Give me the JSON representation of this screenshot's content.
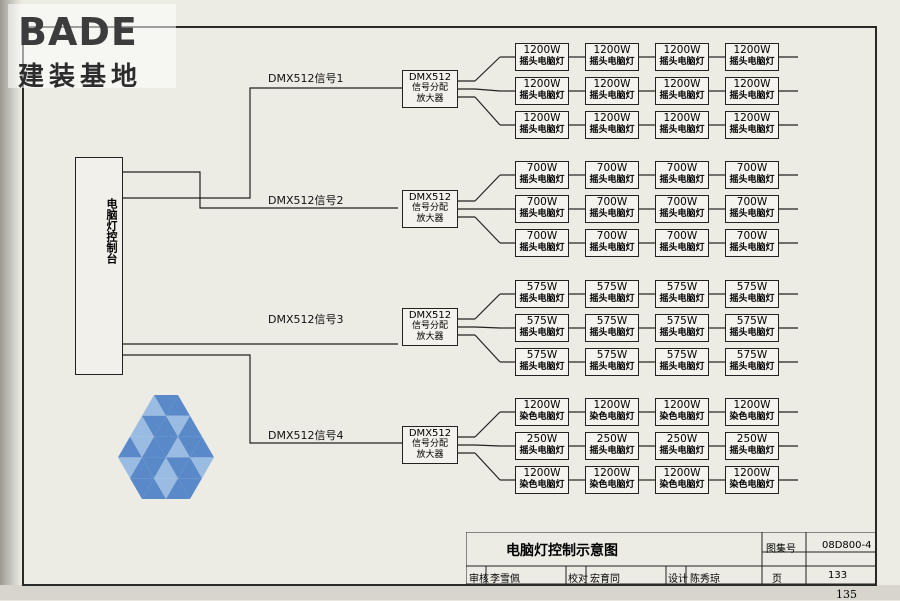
{
  "logo": {
    "wordmark": "BADE",
    "subtitle": "建装基地"
  },
  "controller": {
    "label": "电脑灯控制台"
  },
  "signals": [
    {
      "label": "DMX512信号1"
    },
    {
      "label": "DMX512信号2"
    },
    {
      "label": "DMX512信号3"
    },
    {
      "label": "DMX512信号4"
    }
  ],
  "amplifiers": [
    {
      "line1": "DMX512",
      "line2": "信号分配",
      "line3": "放大器"
    },
    {
      "line1": "DMX512",
      "line2": "信号分配",
      "line3": "放大器"
    },
    {
      "line1": "DMX512",
      "line2": "信号分配",
      "line3": "放大器"
    },
    {
      "line1": "DMX512",
      "line2": "信号分配",
      "line3": "放大器"
    }
  ],
  "fixture_groups": [
    {
      "rows": [
        {
          "power": "1200W",
          "type": "摇头电脑灯"
        },
        {
          "power": "1200W",
          "type": "摇头电脑灯"
        },
        {
          "power": "1200W",
          "type": "摇头电脑灯"
        }
      ]
    },
    {
      "rows": [
        {
          "power": "700W",
          "type": "摇头电脑灯"
        },
        {
          "power": "700W",
          "type": "摇头电脑灯"
        },
        {
          "power": "700W",
          "type": "摇头电脑灯"
        }
      ]
    },
    {
      "rows": [
        {
          "power": "575W",
          "type": "摇头电脑灯"
        },
        {
          "power": "575W",
          "type": "摇头电脑灯"
        },
        {
          "power": "575W",
          "type": "摇头电脑灯"
        }
      ]
    },
    {
      "rows": [
        {
          "power": "1200W",
          "type": "染色电脑灯"
        },
        {
          "power": "250W",
          "type": "摇头电脑灯"
        },
        {
          "power": "1200W",
          "type": "染色电脑灯"
        }
      ]
    }
  ],
  "title_block": {
    "title": "电脑灯控制示意图",
    "atlas_label": "图集号",
    "atlas_number": "08D800-4",
    "page_label": "页",
    "page_value": "133",
    "review_label": "审核",
    "review_name": "李雪佩",
    "check_label": "校对",
    "check_name": "宏育同",
    "design_label": "设计",
    "design_name": "陈秀琼"
  },
  "page_number": "135",
  "colors": {
    "triangle_dark": "#3f78c4",
    "triangle_light": "#8db4e2"
  }
}
